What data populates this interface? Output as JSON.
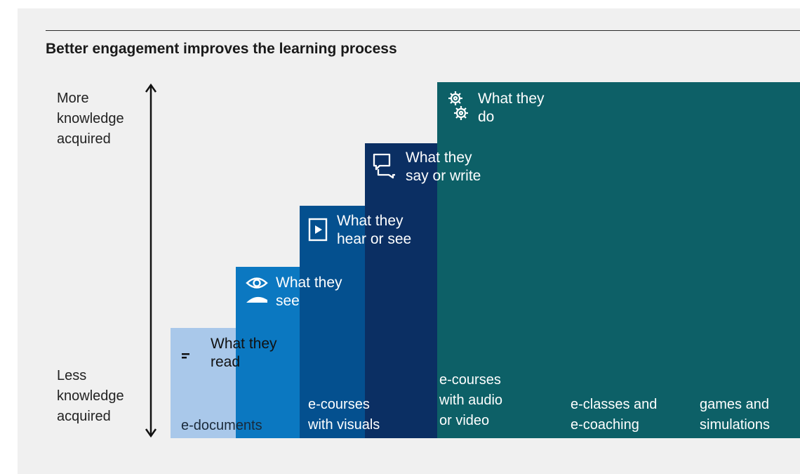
{
  "title": "Better engagement improves the learning process",
  "axis": {
    "top_label": [
      "More",
      "knowledge",
      "acquired"
    ],
    "bottom_label": [
      "Less",
      "knowledge",
      "acquired"
    ]
  },
  "levels": [
    {
      "heading": [
        "What they",
        "read"
      ],
      "category": [
        "e-documents"
      ],
      "icon": "text-lines-icon",
      "color": "#a9c8ea"
    },
    {
      "heading": [
        "What they",
        "see"
      ],
      "category": [
        "e-courses",
        "with visuals"
      ],
      "icon": "eye-icon",
      "color": "#0b78c1"
    },
    {
      "heading": [
        "What they",
        "hear or see"
      ],
      "category": [
        "e-courses",
        "with audio",
        "or video"
      ],
      "icon": "play-icon",
      "color": "#04508f"
    },
    {
      "heading": [
        "What they",
        "say or write"
      ],
      "category": [
        "e-classes and",
        "e-coaching"
      ],
      "icon": "chat-icon",
      "color": "#0b2f63"
    },
    {
      "heading": [
        "What they",
        "do"
      ],
      "category": [
        "games and",
        "simulations"
      ],
      "icon": "gears-icon",
      "color": "#0d6067"
    }
  ]
}
